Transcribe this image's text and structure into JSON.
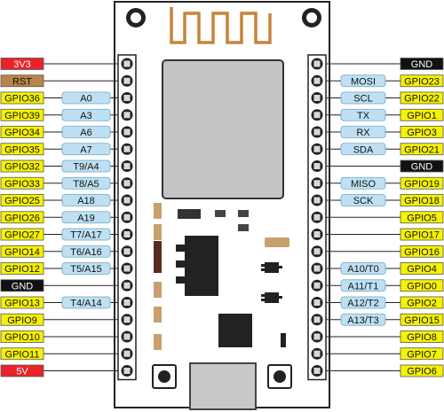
{
  "colors": {
    "power": "#e8242a",
    "rst": "#b8854a",
    "gnd": "#111111",
    "gpio": "#f6f200",
    "func": "#bfe0f2",
    "board": "#ffffff",
    "shield": "#c4c4c4",
    "antenna": "#c8843a"
  },
  "left_pins": [
    {
      "main": "3V3",
      "kind": "power",
      "func": ""
    },
    {
      "main": "RST",
      "kind": "rst",
      "func": ""
    },
    {
      "main": "GPIO36",
      "kind": "gpio",
      "func": "A0"
    },
    {
      "main": "GPIO39",
      "kind": "gpio",
      "func": "A3"
    },
    {
      "main": "GPIO34",
      "kind": "gpio",
      "func": "A6"
    },
    {
      "main": "GPIO35",
      "kind": "gpio",
      "func": "A7"
    },
    {
      "main": "GPIO32",
      "kind": "gpio",
      "func": "T9/A4"
    },
    {
      "main": "GPIO33",
      "kind": "gpio",
      "func": "T8/A5"
    },
    {
      "main": "GPIO25",
      "kind": "gpio",
      "func": "A18"
    },
    {
      "main": "GPIO26",
      "kind": "gpio",
      "func": "A19"
    },
    {
      "main": "GPIO27",
      "kind": "gpio",
      "func": "T7/A17"
    },
    {
      "main": "GPIO14",
      "kind": "gpio",
      "func": "T6/A16"
    },
    {
      "main": "GPIO12",
      "kind": "gpio",
      "func": "T5/A15"
    },
    {
      "main": "GND",
      "kind": "gnd",
      "func": ""
    },
    {
      "main": "GPIO13",
      "kind": "gpio",
      "func": "T4/A14"
    },
    {
      "main": "GPIO9",
      "kind": "gpio",
      "func": ""
    },
    {
      "main": "GPIO10",
      "kind": "gpio",
      "func": ""
    },
    {
      "main": "GPIO11",
      "kind": "gpio",
      "func": ""
    },
    {
      "main": "5V",
      "kind": "power",
      "func": ""
    }
  ],
  "right_pins": [
    {
      "main": "GND",
      "kind": "gnd",
      "func": ""
    },
    {
      "main": "GPIO23",
      "kind": "gpio",
      "func": "MOSI"
    },
    {
      "main": "GPIO22",
      "kind": "gpio",
      "func": "SCL"
    },
    {
      "main": "GPIO1",
      "kind": "gpio",
      "func": "TX"
    },
    {
      "main": "GPIO3",
      "kind": "gpio",
      "func": "RX"
    },
    {
      "main": "GPIO21",
      "kind": "gpio",
      "func": "SDA"
    },
    {
      "main": "GND",
      "kind": "gnd",
      "func": ""
    },
    {
      "main": "GPIO19",
      "kind": "gpio",
      "func": "MISO"
    },
    {
      "main": "GPIO18",
      "kind": "gpio",
      "func": "SCK"
    },
    {
      "main": "GPIO5",
      "kind": "gpio",
      "func": ""
    },
    {
      "main": "GPIO17",
      "kind": "gpio",
      "func": ""
    },
    {
      "main": "GPIO16",
      "kind": "gpio",
      "func": ""
    },
    {
      "main": "GPIO4",
      "kind": "gpio",
      "func": "A10/T0"
    },
    {
      "main": "GPIO0",
      "kind": "gpio",
      "func": "A11/T1"
    },
    {
      "main": "GPIO2",
      "kind": "gpio",
      "func": "A12/T2"
    },
    {
      "main": "GPIO15",
      "kind": "gpio",
      "func": "A13/T3"
    },
    {
      "main": "GPIO8",
      "kind": "gpio",
      "func": ""
    },
    {
      "main": "GPIO7",
      "kind": "gpio",
      "func": ""
    },
    {
      "main": "GPIO6",
      "kind": "gpio",
      "func": ""
    }
  ]
}
